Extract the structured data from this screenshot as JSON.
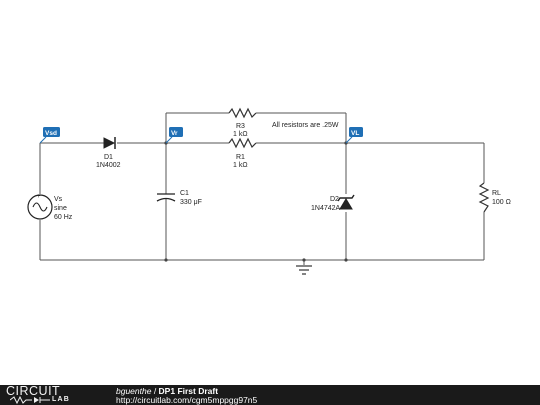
{
  "schematic": {
    "nodes": {
      "vsd": "Vsd",
      "vr": "Vr",
      "vl": "VL"
    },
    "components": {
      "d1": {
        "name": "D1",
        "value": "1N4002"
      },
      "r3": {
        "name": "R3",
        "value": "1 kΩ"
      },
      "r1": {
        "name": "R1",
        "value": "1 kΩ"
      },
      "c1": {
        "name": "C1",
        "value": "330 μF"
      },
      "d2": {
        "name": "D2",
        "value": "1N4742A"
      },
      "rl": {
        "name": "RL",
        "value": "100 Ω"
      },
      "vs": {
        "name": "Vs",
        "type": "sine",
        "freq": "60 Hz"
      }
    },
    "note": "All resistors are .25W",
    "ground_icon": "ground-icon"
  },
  "footer": {
    "logo_top": "CIRCUIT",
    "logo_bottom": "LAB",
    "author": "bguenthe",
    "separator": " / ",
    "title": "DP1 First Draft",
    "url": "http://circuitlab.com/cgm5mppgg97n5"
  },
  "colors": {
    "node_tag": "#1f6fb5",
    "footer_bg": "#1a1a1a",
    "wire": "#555555"
  }
}
